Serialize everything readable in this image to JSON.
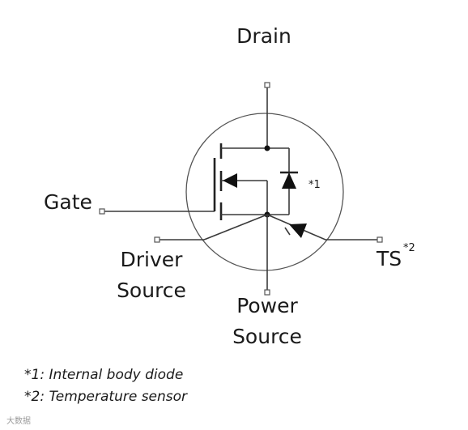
{
  "labels": {
    "drain": "Drain",
    "gate": "Gate",
    "driver_source_line1": "Driver",
    "driver_source_line2": "Source",
    "power_source_line1": "Power",
    "power_source_line2": "Source",
    "ts": "TS",
    "ts_sup": "*2",
    "diode_ref": "*1"
  },
  "notes": [
    "*1: Internal body diode",
    "*2: Temperature sensor"
  ],
  "watermark": "大数据"
}
